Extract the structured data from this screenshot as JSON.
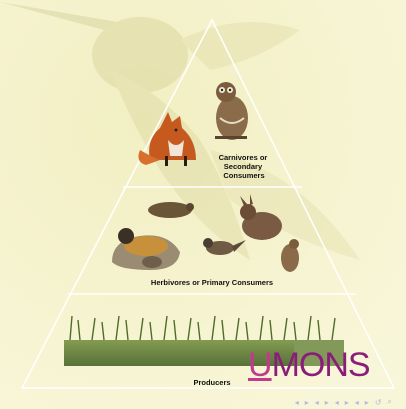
{
  "pyramid": {
    "levels": [
      {
        "label_lines": [
          "Carnivores or",
          "Secondary",
          "Consumers"
        ]
      },
      {
        "label_lines": [
          "Herbivores or Primary Consumers"
        ]
      },
      {
        "label_lines": [
          "Producers"
        ]
      }
    ]
  },
  "logo": {
    "prefix": "U",
    "suffix": "MONS"
  },
  "nav": {
    "icons": [
      "nav-first-icon",
      "nav-prev-icon",
      "nav-section-icon",
      "nav-subsection-icon",
      "nav-next-icon",
      "nav-last-icon",
      "nav-search-icon"
    ],
    "glyphs": [
      "◂",
      "▸",
      "◂",
      "▸",
      "◂",
      "▸",
      "◂",
      "▸",
      "↺",
      "⌕"
    ]
  },
  "colors": {
    "background": "#f6f3cc",
    "outline": "#ffffff",
    "grass": "#4f6d2a",
    "logo": "#8a1c7a"
  }
}
